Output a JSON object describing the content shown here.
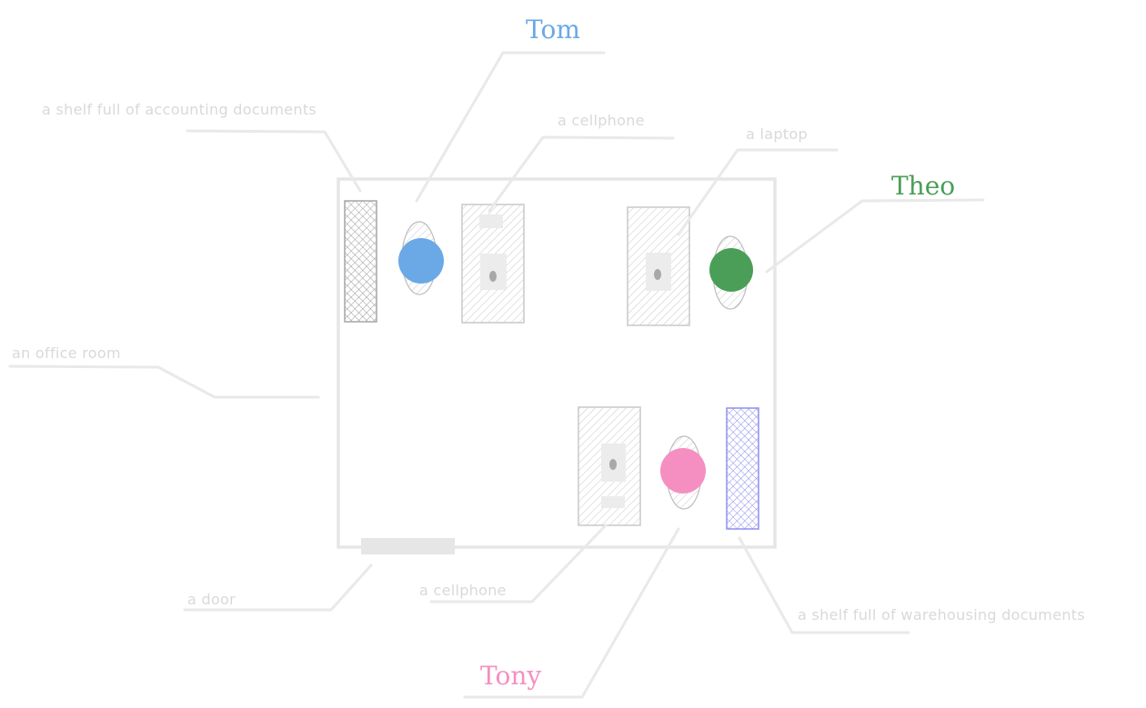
{
  "diagram": {
    "people": [
      {
        "name": "Tom",
        "color": "#6aa9e6"
      },
      {
        "name": "Theo",
        "color": "#4b9e57"
      },
      {
        "name": "Tony",
        "color": "#f58fc2"
      }
    ],
    "labels": {
      "shelf_accounting": "a shelf full of accounting documents",
      "cellphone_top": "a cellphone",
      "laptop": "a laptop",
      "office_room": "an office room",
      "door": "a door",
      "cellphone_bottom": "a cellphone",
      "shelf_warehousing": "a shelf full of warehousing documents"
    },
    "colors": {
      "shelf_accounting": "#a6a6a6",
      "shelf_warehousing": "#8f8ff0",
      "label_text": "#d9d9d9",
      "leader_line": "#e9e9e9"
    }
  }
}
